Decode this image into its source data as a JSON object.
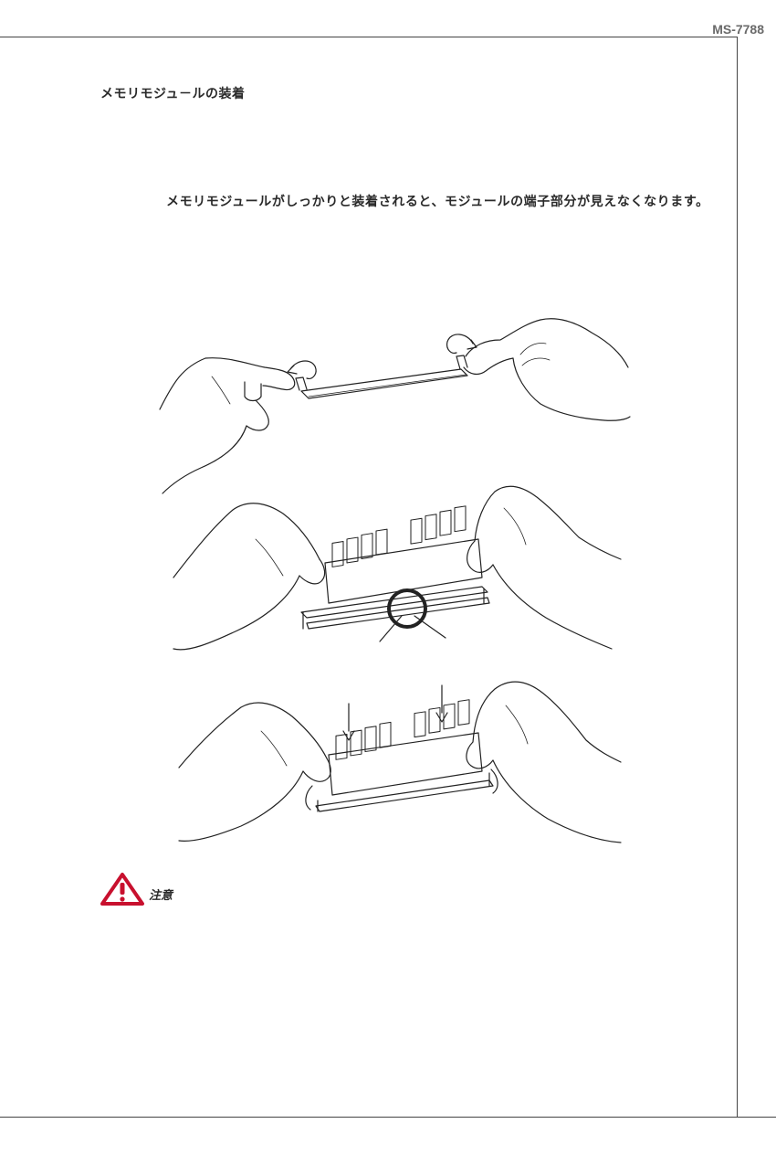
{
  "header": {
    "model": "MS-7788"
  },
  "section": {
    "title": "メモリモジュ－ルの装着",
    "body": "メモリモジュールがしっかりと装着されると、モジュールの端子部分が見えなくなります。"
  },
  "caution": {
    "label": "注意",
    "icon": "warning-triangle-icon",
    "color": "#c8102e"
  }
}
